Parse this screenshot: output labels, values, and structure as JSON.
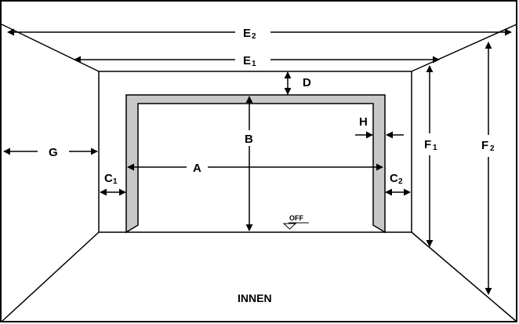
{
  "diagram": {
    "labels": {
      "E2": {
        "main": "E",
        "sub": "2"
      },
      "E1": {
        "main": "E",
        "sub": "1"
      },
      "D": {
        "main": "D"
      },
      "B": {
        "main": "B"
      },
      "H": {
        "main": "H"
      },
      "G": {
        "main": "G"
      },
      "C1": {
        "main": "C",
        "sub": "1"
      },
      "A": {
        "main": "A"
      },
      "C2": {
        "main": "C",
        "sub": "2"
      },
      "F1": {
        "main": "F",
        "sub": "1"
      },
      "F2": {
        "main": "F",
        "sub": "2"
      }
    },
    "floor_marker": "OFF",
    "inside_label": "INNEN",
    "colors": {
      "frame": "#c8c8c8",
      "line": "#000000",
      "background": "#ffffff"
    }
  }
}
